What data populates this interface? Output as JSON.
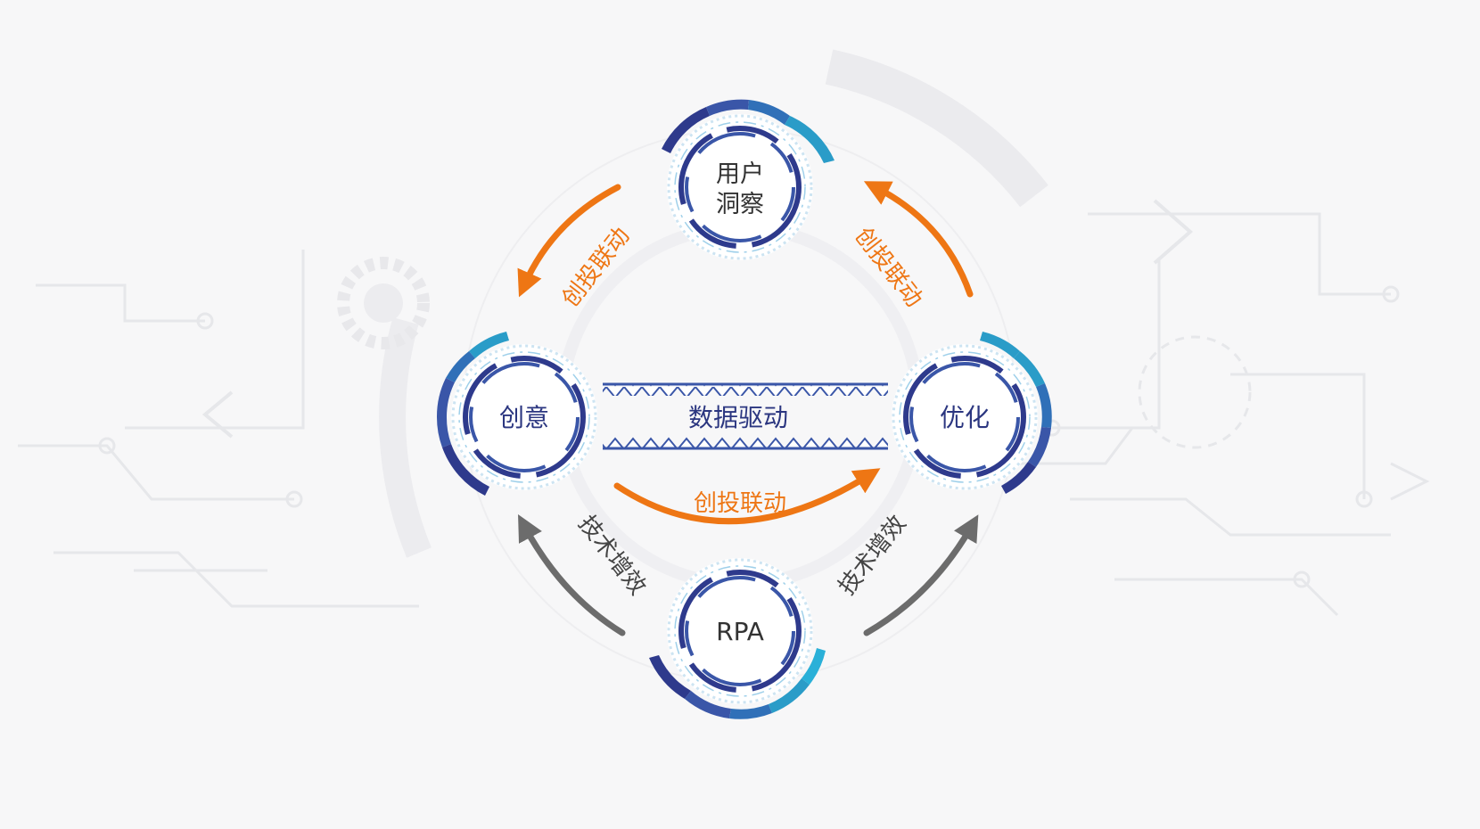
{
  "nodes": {
    "top": {
      "label_line1": "用户",
      "label_line2": "洞察"
    },
    "left": {
      "label": "创意"
    },
    "right": {
      "label": "优化"
    },
    "bottom": {
      "label": "RPA"
    }
  },
  "center_band": {
    "label": "数据驱动"
  },
  "arrows": {
    "top_left": "创投联动",
    "top_right": "创投联动",
    "center_lower": "创投联动",
    "bottom_left": "技术增效",
    "bottom_right": "技术增效"
  },
  "colors": {
    "orange": "#EE7614",
    "gray_arrow": "#6C6C6C",
    "navy": "#2E3A8C",
    "blue": "#3A56A8",
    "teal": "#2A9CC8",
    "text_dark": "#333333",
    "text_navy": "#2B3680"
  }
}
